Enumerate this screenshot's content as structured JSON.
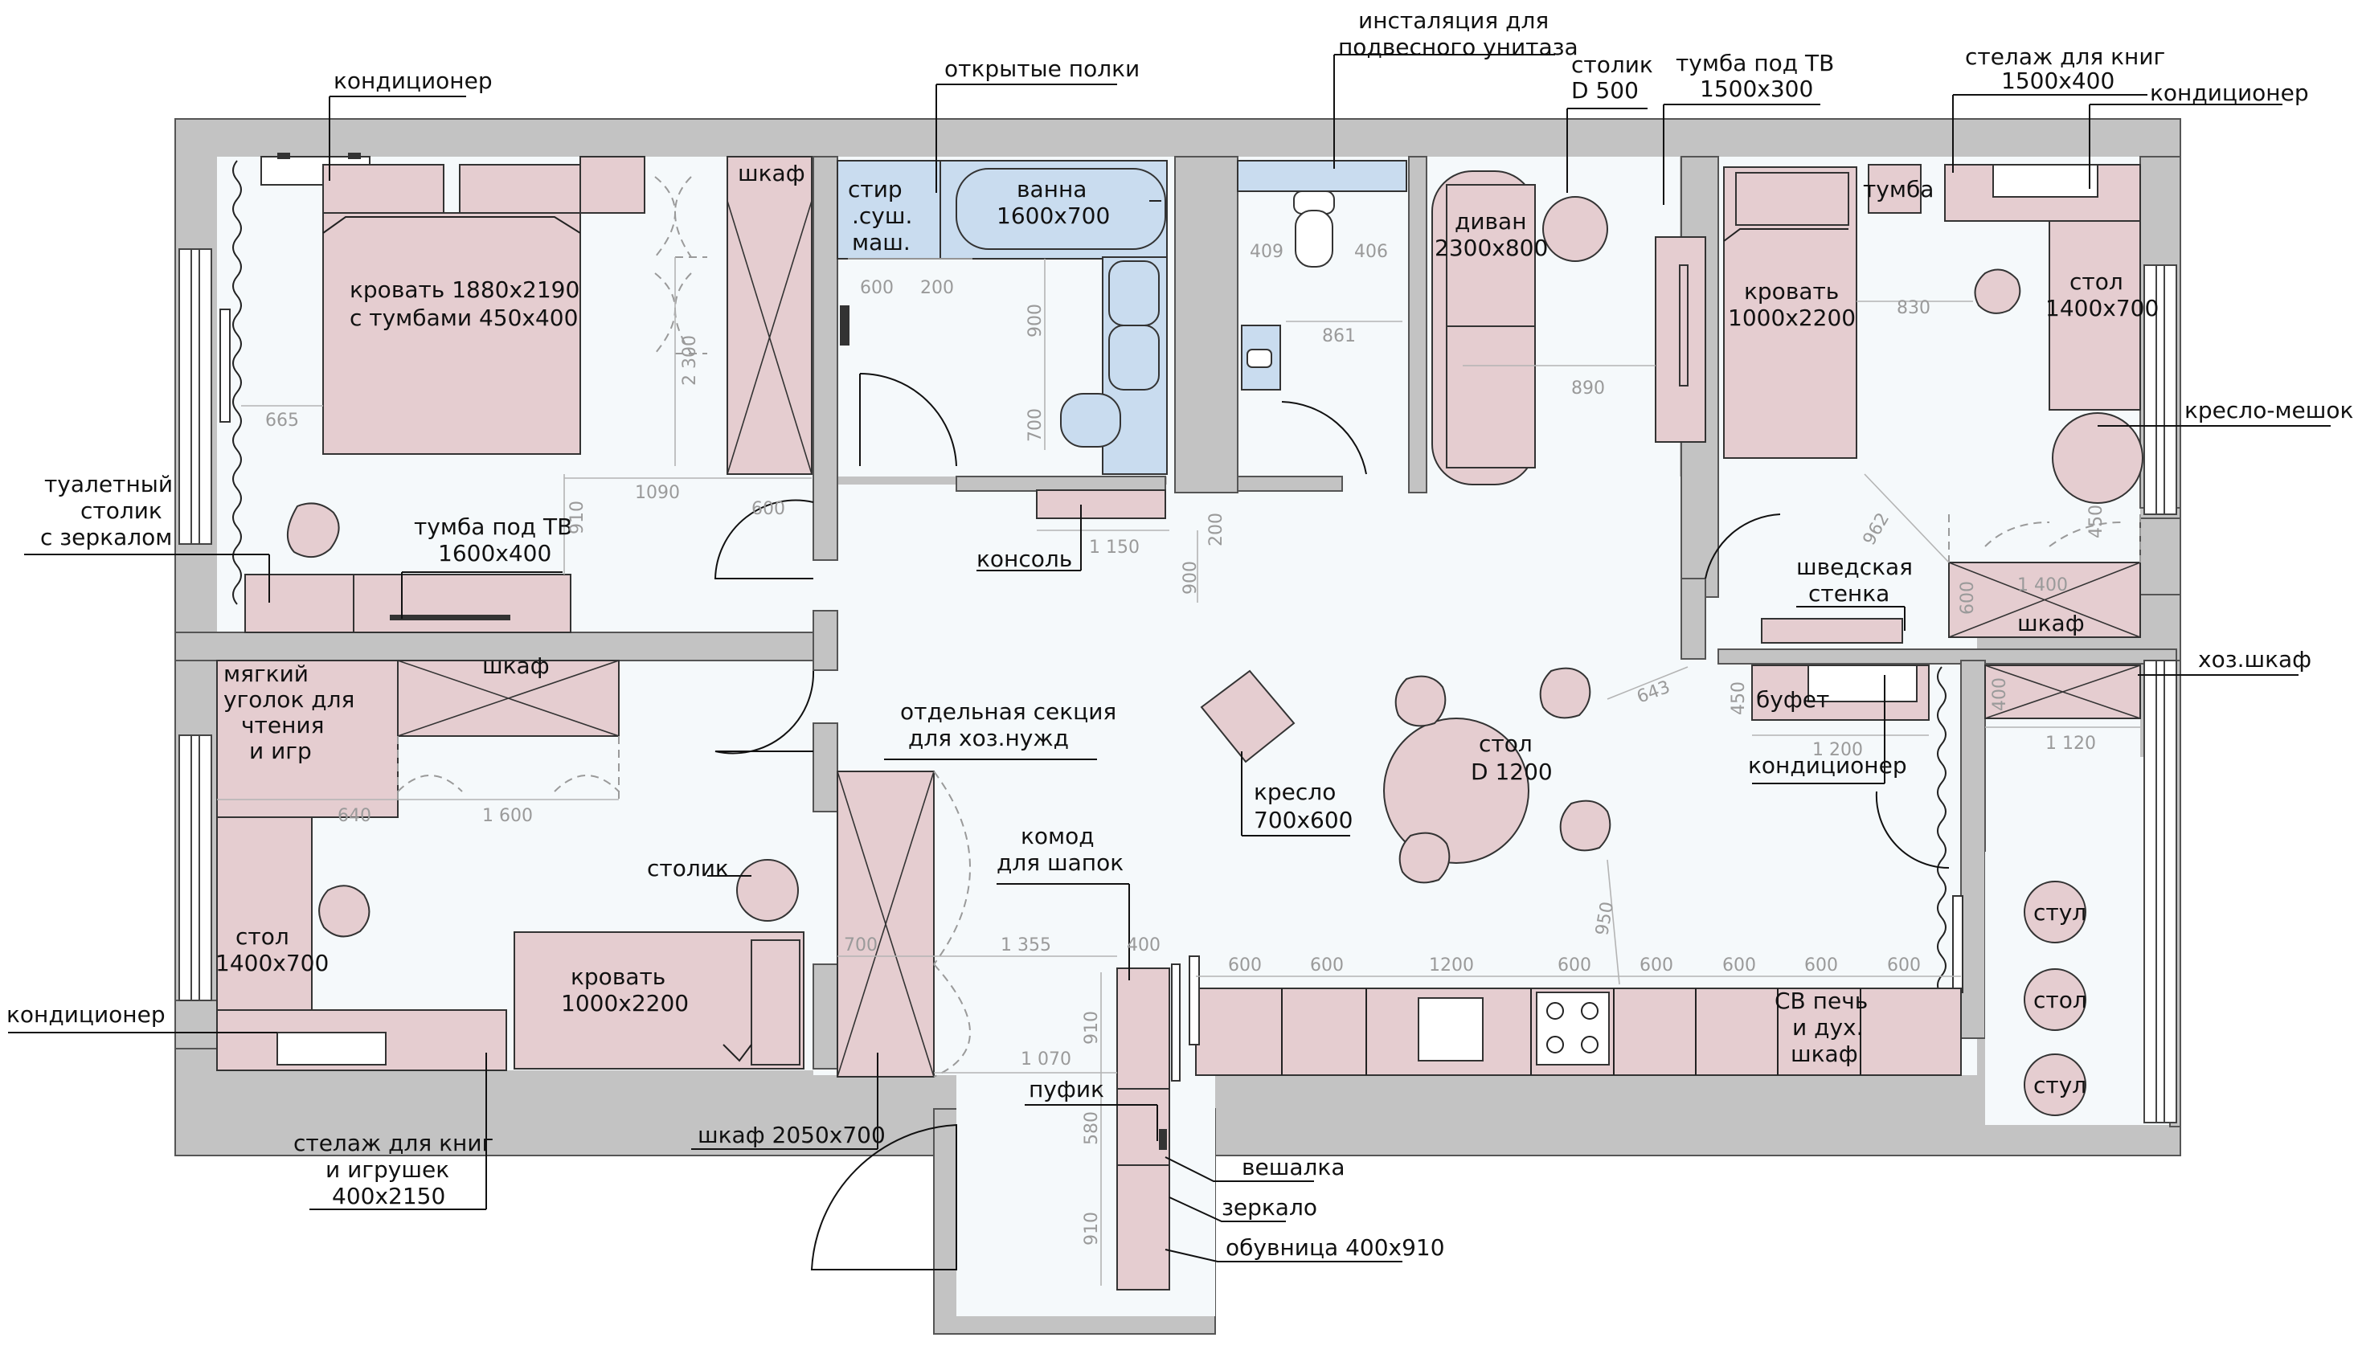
{
  "labels": {
    "ac_bedroom": "кондиционер",
    "open_shelves": "открытые полки",
    "toilet_install_1": "инсталяция для",
    "toilet_install_2": "подвесного унитаза",
    "coffee_table_1": "столик",
    "coffee_table_2": "D 500",
    "tv_stand_living_1": "тумба под ТВ",
    "tv_stand_living_2": "1500х300",
    "bookshelf_right_1": "стелаж для книг",
    "bookshelf_right_2": "1500х400",
    "ac_right": "кондиционер",
    "wardrobe_bedroom": "шкаф",
    "washer_1": "стир",
    "washer_2": ".суш.",
    "washer_3": "маш.",
    "bath_1": "ванна",
    "bath_2": "1600х700",
    "sofa_1": "диван",
    "sofa_2": "2300х800",
    "bed_main_1": "кровать 1880х2190",
    "bed_main_2": "с тумбами 450х400",
    "bed_right_1": "кровать",
    "bed_right_2": "1000х2200",
    "nightstand_right": "тумба",
    "desk_right_1": "стол",
    "desk_right_2": "1400х700",
    "beanbag": "кресло-мешок",
    "vanity_1": "туалетный",
    "vanity_2": "столик",
    "vanity_3": "с зеркалом",
    "tv_stand_bed_1": "тумба под ТВ",
    "tv_stand_bed_2": "1600х400",
    "console": "консоль",
    "wall_bars_1": "шведская",
    "wall_bars_2": "стенка",
    "wardrobe_right": "шкаф",
    "utility_cabinet": "хоз.шкаф",
    "reading_1": "мягкий",
    "reading_2": "уголок для",
    "reading_3": "чтения",
    "reading_4": "и игр",
    "wardrobe_kids": "шкаф",
    "utility_section_1": "отдельная секция",
    "utility_section_2": "для хоз.нужд",
    "armchair_1": "кресло",
    "armchair_2": "700х600",
    "dining_table_1": "стол",
    "dining_table_2": "D 1200",
    "buffet": "буфет",
    "ac_kitchen": "кондиционер",
    "small_table": "столик",
    "hat_chest_1": "комод",
    "hat_chest_2": "для шапок",
    "desk_left_1": "стол",
    "desk_left_2": "1400х700",
    "bed_kids_1": "кровать",
    "bed_kids_2": "1000х2200",
    "ac_left": "кондиционер",
    "microwave_1": "СВ печь",
    "microwave_2": "и дух.",
    "microwave_3": "шкаф",
    "balcony_chair_1": "стул",
    "balcony_table": "стол",
    "balcony_chair_2": "стул",
    "bookshelf_left_1": "стелаж для книг",
    "bookshelf_left_2": "и игрушек",
    "bookshelf_left_3": "400х2150",
    "wardrobe_hall": "шкаф 2050х700",
    "pouf": "пуфик",
    "hanger": "вешалка",
    "mirror": "зеркало",
    "shoe_rack": "обувница 400х910"
  },
  "dims": {
    "d665": "665",
    "d2300": "2 300",
    "d1090": "1090",
    "d600a": "600",
    "d910a": "910",
    "d600b": "600",
    "d200a": "200",
    "d900a": "900",
    "d700a": "700",
    "d1150": "1 150",
    "d200b": "200",
    "d900b": "900",
    "d409": "409",
    "d406": "406",
    "d861": "861",
    "d890": "890",
    "d830": "830",
    "d962": "962",
    "d450a": "450",
    "d1400": "1 400",
    "d600c": "600",
    "d643": "643",
    "d450b": "450",
    "d1200a": "1 200",
    "d400a": "400",
    "d1120": "1 120",
    "d640": "640",
    "d1600": "1 600",
    "d700b": "700",
    "d1355": "1 355",
    "d400b": "400",
    "d910b": "910",
    "d1070": "1 070",
    "d580": "580",
    "d910c": "910",
    "d950": "950",
    "k1": "600",
    "k2": "600",
    "k3": "1200",
    "k4": "600",
    "k5": "600",
    "k6": "600",
    "k7": "600",
    "k8": "600"
  }
}
